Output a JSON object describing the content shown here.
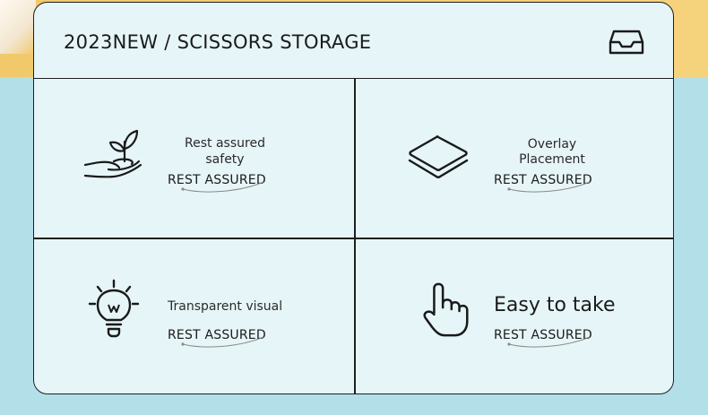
{
  "header": {
    "title": "2023NEW / SCISSORS STORAGE",
    "icon": "inbox-tray-icon"
  },
  "features": [
    {
      "line1": "Rest assured",
      "line2": "safety",
      "sub": "REST ASSURED",
      "icon": "hand-sprout-icon"
    },
    {
      "line1": "Overlay",
      "line2": "Placement",
      "sub": "REST ASSURED",
      "icon": "stacked-layers-icon"
    },
    {
      "line1": "Transparent visual",
      "sub": "REST ASSURED",
      "icon": "lightbulb-icon"
    },
    {
      "line1": "Easy to take",
      "sub": "REST ASSURED",
      "icon": "pointing-hand-icon"
    }
  ],
  "colors": {
    "background": "#b3dfe8",
    "card": "#e6f5f8",
    "banner": "#f3cd72",
    "ink": "#1a1a1a"
  }
}
